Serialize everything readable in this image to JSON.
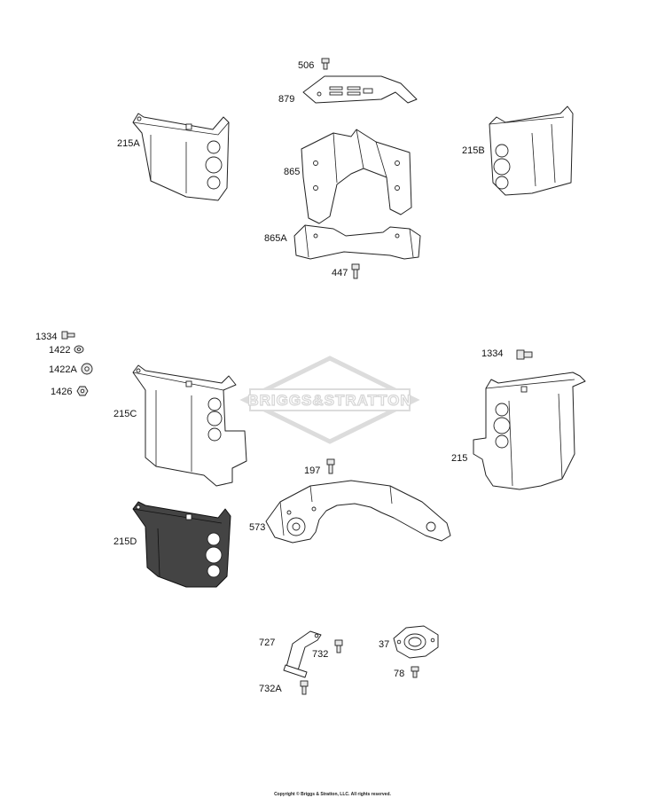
{
  "labels": {
    "p506": "506",
    "p879": "879",
    "p215a": "215A",
    "p865": "865",
    "p215b": "215B",
    "p865a": "865A",
    "p447": "447",
    "p1334_left": "1334",
    "p1422": "1422",
    "p1422a": "1422A",
    "p1426": "1426",
    "p215c": "215C",
    "p1334_right": "1334",
    "p215": "215",
    "p197": "197",
    "p573": "573",
    "p215d": "215D",
    "p727": "727",
    "p732": "732",
    "p37": "37",
    "p78": "78",
    "p732a": "732A"
  },
  "watermark": "BRIGGS&STRATTON",
  "copyright": "Copyright © Briggs & Stratton, LLC. All rights reserved."
}
